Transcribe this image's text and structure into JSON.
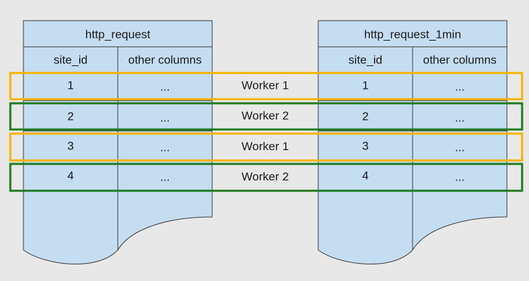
{
  "colors": {
    "background": "#e8e8e8",
    "table_fill": "#c5ddf1",
    "table_stroke": "#3a3a3a",
    "worker_1": "#f5b300",
    "worker_2": "#1f7a1f"
  },
  "tables": [
    {
      "name": "http_request",
      "columns": [
        "site_id",
        "other columns"
      ],
      "rows": [
        {
          "site_id": "1",
          "other": "..."
        },
        {
          "site_id": "2",
          "other": "..."
        },
        {
          "site_id": "3",
          "other": "..."
        },
        {
          "site_id": "4",
          "other": "..."
        }
      ]
    },
    {
      "name": "http_request_1min",
      "columns": [
        "site_id",
        "other columns"
      ],
      "rows": [
        {
          "site_id": "1",
          "other": "..."
        },
        {
          "site_id": "2",
          "other": "..."
        },
        {
          "site_id": "3",
          "other": "..."
        },
        {
          "site_id": "4",
          "other": "..."
        }
      ]
    }
  ],
  "workers": [
    {
      "label": "Worker 1",
      "color_key": "worker_1"
    },
    {
      "label": "Worker 2",
      "color_key": "worker_2"
    },
    {
      "label": "Worker 1",
      "color_key": "worker_1"
    },
    {
      "label": "Worker 2",
      "color_key": "worker_2"
    }
  ]
}
